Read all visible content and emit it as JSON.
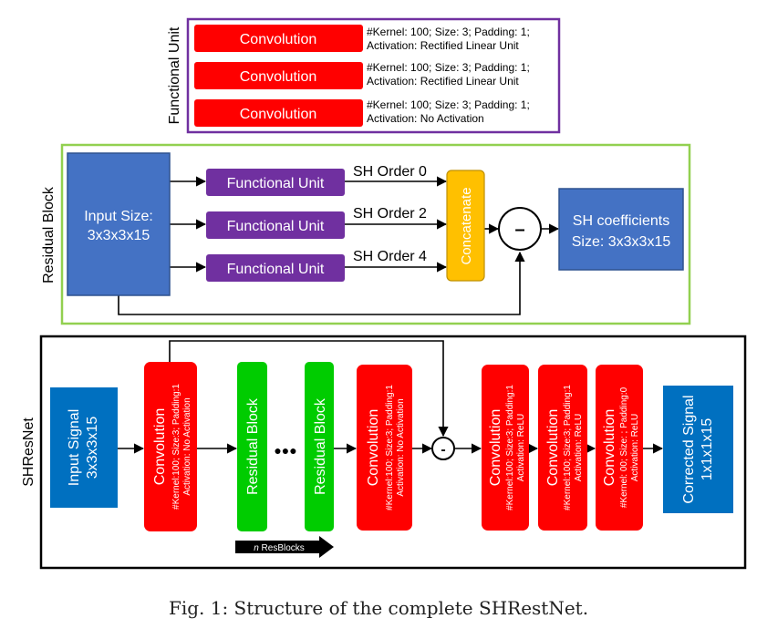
{
  "functional_unit": {
    "title": "Functional Unit",
    "layers": [
      {
        "label": "Convolution",
        "desc1": "#Kernel: 100; Size: 3; Padding: 1;",
        "desc2": "Activation: Rectified Linear Unit"
      },
      {
        "label": "Convolution",
        "desc1": "#Kernel: 100; Size: 3; Padding: 1;",
        "desc2": "Activation: Rectified Linear Unit"
      },
      {
        "label": "Convolution",
        "desc1": "#Kernel: 100; Size: 3; Padding: 1;",
        "desc2": "Activation: No Activation"
      }
    ]
  },
  "residual_block": {
    "title": "Residual Block",
    "input_line1": "Input Size:",
    "input_line2": "3x3x3x15",
    "units": [
      "Functional Unit",
      "Functional Unit",
      "Functional Unit"
    ],
    "orders": [
      "SH Order 0",
      "SH Order 2",
      "SH Order 4"
    ],
    "concat": "Concatenate",
    "minus": "–",
    "output_line1": "SH coefficients",
    "output_line2": "Size: 3x3x3x15"
  },
  "shresnet": {
    "title": "SHResNet",
    "input_line1": "Input Signal",
    "input_line2": "3x3x3x15",
    "conv1": {
      "label": "Convolution",
      "desc1": "#Kernel:100; Size:3; Padding:1",
      "desc2": "Activation: No Activation"
    },
    "res1": "Residual Block",
    "ellipsis": "●●●",
    "res2": "Residual Block",
    "conv2": {
      "label": "Convolution",
      "desc1": "#Kernel:100; Size:3; Padding:1",
      "desc2": "Activation: No Activation"
    },
    "minus": "-",
    "conv3": {
      "label": "Convolution",
      "desc1": "#Kernel:100; Size:3; Padding:1",
      "desc2": "Activation: ReLU"
    },
    "conv4": {
      "label": "Convolution",
      "desc1": "#Kernel:100; Size:3; Padding:1",
      "desc2": "Activation: ReLU"
    },
    "conv5": {
      "label": "Convolution",
      "desc1": "#Kernel: 00; Size: ; Padding:0",
      "desc2": "Activation: ReLU"
    },
    "output_line1": "Corrected Signal",
    "output_line2": "1x1x1x15",
    "resblocks_n": "n",
    "resblocks_label": " ResBlocks"
  },
  "caption": "Fig. 1: Structure of the complete SHRestNet.",
  "colors": {
    "red": "#ff0000",
    "purple": "#7030a0",
    "green": "#92d050",
    "blue": "#4472c4",
    "gold": "#ffc000",
    "bright_green": "#00cc00",
    "deep_blue": "#0070c0"
  }
}
